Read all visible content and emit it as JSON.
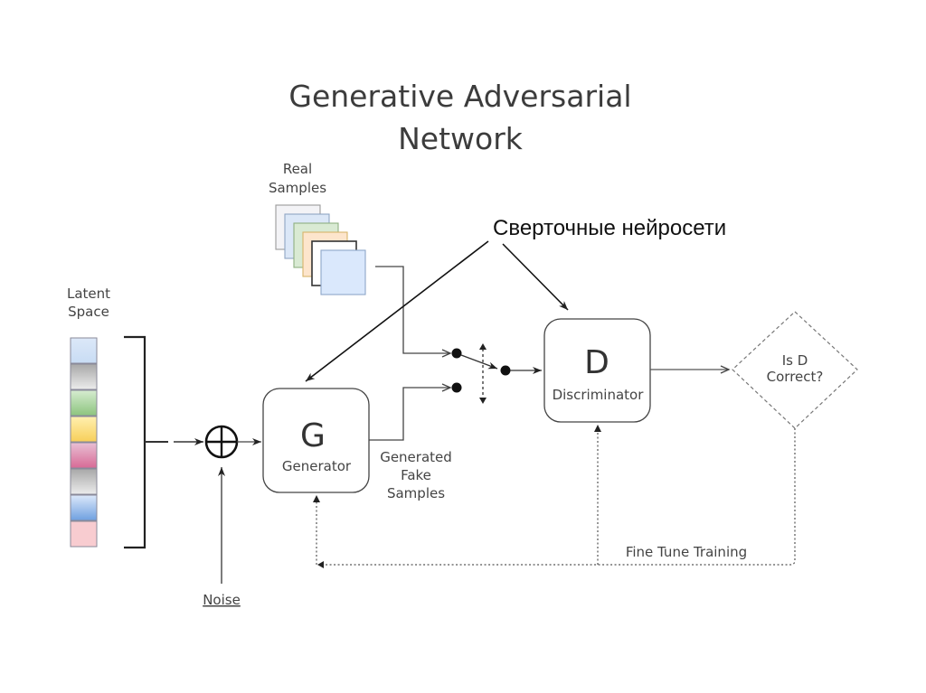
{
  "title": {
    "line1": "Generative Adversarial",
    "line2": "Network"
  },
  "annotation": "Сверточные нейросети",
  "real_samples": {
    "label_line1": "Real",
    "label_line2": "Samples",
    "card_colors": [
      {
        "fill": "#f3f3f6",
        "stroke": "#9a9a9a"
      },
      {
        "fill": "#dbe7f7",
        "stroke": "#8fa6c4"
      },
      {
        "fill": "#d9ead3",
        "stroke": "#8fb082"
      },
      {
        "fill": "#fde5cc",
        "stroke": "#d8b46a"
      },
      {
        "fill": "#ffffff",
        "stroke": "#333333"
      },
      {
        "fill": "#dae8fc",
        "stroke": "#8ea6c8"
      }
    ]
  },
  "latent_space": {
    "label_line1": "Latent",
    "label_line2": "Space",
    "cells": [
      {
        "top": "#dce8f8",
        "bottom": "#c8dcf4"
      },
      {
        "top": "#a8a8a8",
        "bottom": "#ececec"
      },
      {
        "top": "#d6ecd0",
        "bottom": "#8cc47e"
      },
      {
        "top": "#fff0b0",
        "bottom": "#f7cf5a"
      },
      {
        "top": "#e8c0d4",
        "bottom": "#d86a96"
      },
      {
        "top": "#a8a8a8",
        "bottom": "#ececec"
      },
      {
        "top": "#dce8fa",
        "bottom": "#6fa0e0"
      },
      {
        "top": "#f8ccd0",
        "bottom": "#f8ccd0"
      }
    ]
  },
  "noise_label": "Noise",
  "generator": {
    "letter": "G",
    "label": "Generator"
  },
  "fake_samples": {
    "line1": "Generated",
    "line2": "Fake",
    "line3": "Samples"
  },
  "discriminator": {
    "letter": "D",
    "label": "Discriminator"
  },
  "decision": {
    "line1": "Is D",
    "line2": "Correct?"
  },
  "feedback_label": "Fine Tune Training"
}
